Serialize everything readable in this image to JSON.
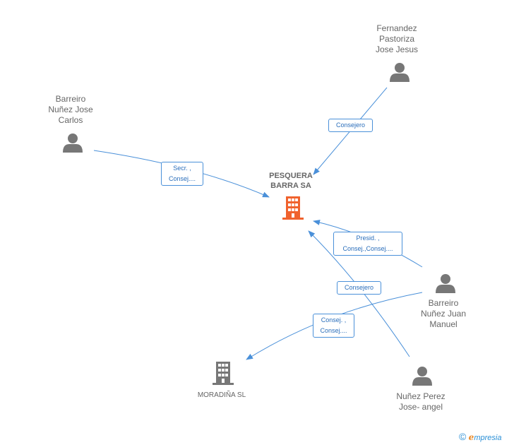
{
  "nodes": {
    "main": {
      "label": "PESQUERA\nBARRA SA",
      "type": "company",
      "color": "#f0622d"
    },
    "moradina": {
      "label": "MORADIÑA SL",
      "type": "company",
      "color": "#777777"
    },
    "fernandez": {
      "label": "Fernandez\nPastoriza\nJose Jesus",
      "type": "person"
    },
    "barreiro_jc": {
      "label": "Barreiro\nNuñez Jose\nCarlos",
      "type": "person"
    },
    "barreiro_jm": {
      "label": "Barreiro\nNuñez Juan\nManuel",
      "type": "person"
    },
    "nunez": {
      "label": "Nuñez Perez\nJose- angel",
      "type": "person"
    }
  },
  "edges": {
    "fernandez_main": "Consejero",
    "barreiro_jc_main": "Secr. ,\nConsej....",
    "barreiro_jm_main": "Presid. ,\nConsej.,Consej....",
    "nunez_main": "Consejero",
    "barreiro_jm_moradina": "Consej. ,\nConsej...."
  },
  "footer": {
    "copyright": "©",
    "brand_initial": "e",
    "brand_rest": "mpresia"
  },
  "colors": {
    "edge": "#4a90d9",
    "person_icon": "#777777",
    "main_company": "#f0622d"
  }
}
